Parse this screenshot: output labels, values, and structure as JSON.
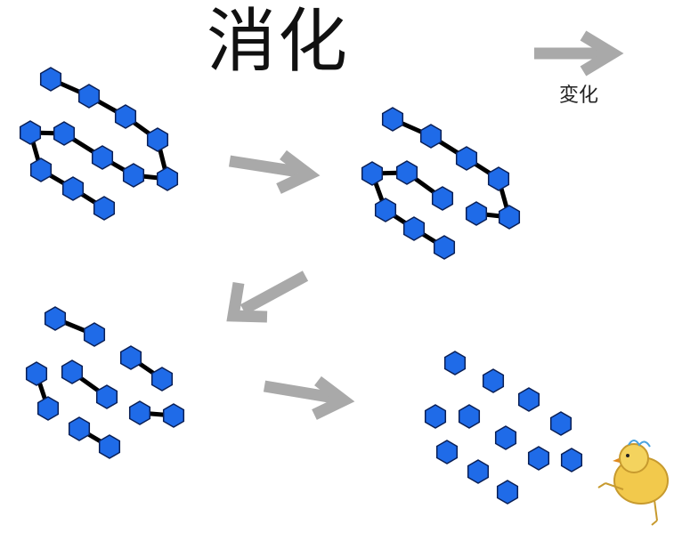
{
  "title": "消化",
  "legend": {
    "label": "変化",
    "icon": "arrow-right-icon"
  },
  "colors": {
    "molecule_fill": "#1f6be8",
    "molecule_stroke": "#0a1f55",
    "bond": "#000000",
    "arrow": "#a9a9a9",
    "chick_body": "#f2c94c",
    "chick_outline": "#c79a2e"
  },
  "stages": [
    {
      "name": "stage-1-full-chain",
      "description_icon": "polymer-chain-icon"
    },
    {
      "name": "stage-2-broken-chain",
      "description_icon": "partial-chain-icon"
    },
    {
      "name": "stage-3-fragments",
      "description_icon": "dimer-fragments-icon"
    },
    {
      "name": "stage-4-monomers",
      "description_icon": "monomer-icon"
    }
  ],
  "decoration": {
    "icon": "chick-icon"
  }
}
